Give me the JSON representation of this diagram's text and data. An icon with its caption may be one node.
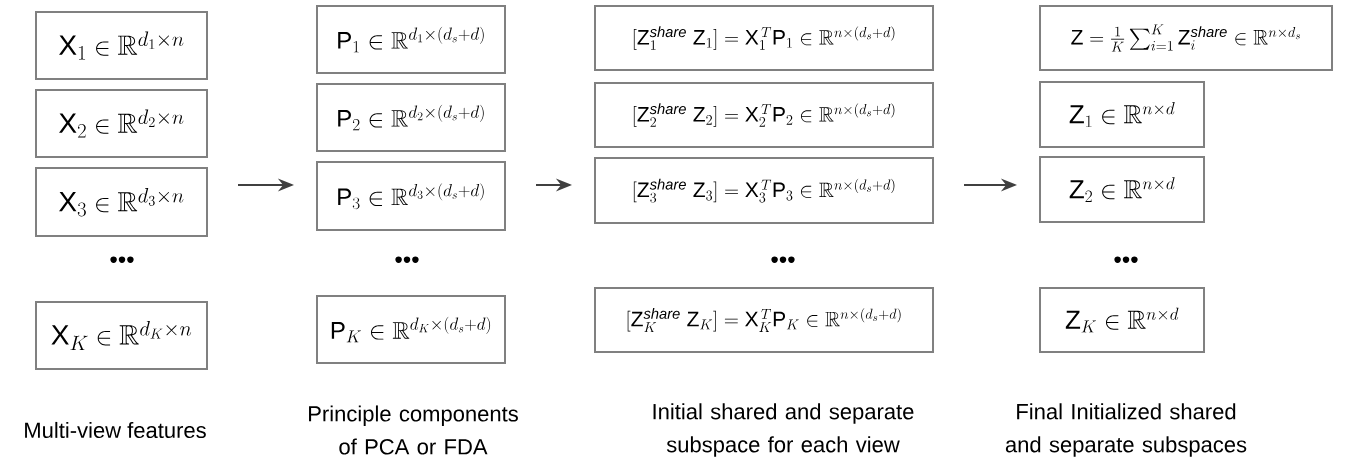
{
  "diagram": {
    "nodes": [
      {
        "text": [
          "\\mathrm{X}_1 \\in \\mathbb{R}^{d_1\\times n}"
        ]
      },
      {
        "text": [
          "\\mathrm{X}_2 \\in \\mathbb{R}^{d_2\\times n}"
        ]
      },
      {
        "text": [
          "\\mathrm{X}_3 \\in \\mathbb{R}^{d_3\\times n}"
        ]
      },
      {
        "text": [
          "\\mathrm{X}_K \\in \\mathbb{R}^{d_K\\times n}"
        ]
      },
      {
        "text": [
          "\\mathrm{P}_1 \\in \\mathbb{R}^{d_1\\times (d_s+d)}"
        ]
      },
      {
        "text": [
          "\\mathrm{P}_2 \\in \\mathbb{R}^{d_2\\times (d_s+d)}"
        ]
      },
      {
        "text": [
          "\\mathrm{P}_3 \\in \\mathbb{R}^{d_3\\times (d_s+d)}"
        ]
      },
      {
        "text": [
          "\\mathrm{P}_K \\in \\mathbb{R}^{d_K\\times (d_s+d)}"
        ]
      },
      {
        "text": [
          "[\\mathrm{Z}_1^{\\mathit{share}}\\ \\mathrm{Z}_1]=\\mathrm{X}_1^{\\,T}\\mathrm{P}_1 \\in \\mathbb{R}^{n\\times (d_s+d)}"
        ]
      },
      {
        "text": [
          "[\\mathrm{Z}_2^{\\mathit{share}}\\ \\mathrm{Z}_2]=\\mathrm{X}_2^{\\,T}\\mathrm{P}_2 \\in \\mathbb{R}^{n\\times (d_s+d)}"
        ]
      },
      {
        "text": [
          "[\\mathrm{Z}_3^{\\mathit{share}}\\ \\mathrm{Z}_3]=\\mathrm{X}_3^{\\,T}\\mathrm{P}_3 \\in \\mathbb{R}^{n\\times (d_s+d)}"
        ]
      },
      {
        "text": [
          "[\\mathrm{Z}_K^{\\mathit{share}}\\ \\mathrm{Z}_K]=\\mathrm{X}_K^{\\,T}\\mathrm{P}_K \\in \\mathbb{R}^{n\\times (d_s+d)}"
        ]
      },
      {
        "text": [
          "\\mathrm{Z}=\\frac{1}{K}\\sum_{i=1}^{K}\\mathrm{Z}_i^{\\mathit{share}} \\in \\mathbb{R}^{n\\times d_s}"
        ]
      },
      {
        "text": [
          "\\mathrm{Z}_1 \\in \\mathbb{R}^{n\\times d}"
        ]
      },
      {
        "text": [
          "\\mathrm{Z}_2 \\in \\mathbb{R}^{n\\times d}"
        ]
      },
      {
        "text": [
          "\\mathrm{Z}_K \\in \\mathbb{R}^{n\\times d}"
        ]
      }
    ],
    "edges": [
      {
        "from": 2,
        "to": 6,
        "arrow": "to"
      },
      {
        "from": 6,
        "to": 10,
        "arrow": "to"
      },
      {
        "from": 10,
        "to": 14,
        "arrow": "to"
      }
    ],
    "labels": [
      "•••",
      "•••",
      "•••",
      "•••",
      "Multi-view features",
      "Principle components of PCA or FDA",
      "Initial shared  and separate subspace for each view",
      "Final Initialized shared and separate subspaces"
    ]
  }
}
